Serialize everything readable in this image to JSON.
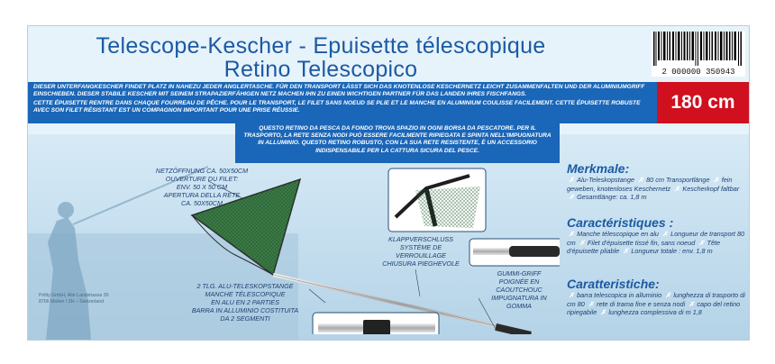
{
  "header": {
    "title_line1": "Telescope-Kescher - Epuisette télescopique",
    "title_line2": "Retino Telescopico"
  },
  "barcode": {
    "digits": "2 000000 350943"
  },
  "size_badge": {
    "label": "180 cm"
  },
  "descriptions": {
    "de": "DIESER UNTERFANGKESCHER FINDET PLATZ IN NAHEZU JEDER ANGLERTASCHE. FÜR DEN TRANSPORT LÄSST SICH DAS KNOTENLOSE KESCHERNETZ LEICHT ZUSAMMENFALTEN UND DER ALUMINIUMGRIFF EINSCHIEBEN. DIESER STABILE KESCHER MIT SEINEM STRAPAZIERFÄHIGEN NETZ MACHEN IHN ZU EINEN WICHTIGEN PARTNER FÜR DAS LANDEN IHRES FISCHFANGS.",
    "fr": "CETTE ÉPUISETTE RENTRE DANS CHAQUE FOURREAU DE PÊCHE. POUR LE TRANSPORT, LE FILET SANS NOEUD SE PLIE ET LE MANCHE EN ALUMINIUM COULISSE FACILEMENT. CETTE ÉPUISETTE ROBUSTE AVEC SON FILET RÉSISTANT EST UN COMPAGNON IMPORTANT POUR UNE PRISE RÉUSSIE.",
    "it": "QUESTO RETINO DA PESCA DA FONDO TROVA SPAZIO IN OGNI BORSA DA PESCATORE. PER IL TRASPORTO, LA RETE SENZA NODI PUÒ ESSERE FACILMENTE RIPIEGATA E SPINTA NELL'IMPUGNATURA IN ALLUMINIO. QUESTO RETINO ROBUSTO, CON LA SUA RETE RESISTENTE, È UN ACCESSORIO INDISPENSABILE PER LA CATTURA SICURA DEL PESCE."
  },
  "diagram_labels": {
    "net_opening": [
      "NETZÖFFNUNG CA. 50X50CM",
      "OUVERTURE DU FILET:",
      "ENV. 50 X 50 CM",
      "APERTURA DELLA RETE",
      "CA. 50X50CM"
    ],
    "folding_lock": [
      "KLAPPVERSCHLUSS",
      "SYSTÈME DE",
      "VERROUILLAGE",
      "CHIUSURA PIEGHEVOLE"
    ],
    "rubber_grip": [
      "GUMMI-GRIFF",
      "POIGNÉE EN",
      "CAOUTCHOUC",
      "IMPUGNATURA IN",
      "GOMMA"
    ],
    "alu_pole": [
      "2 TLG. ALU-TELESKOPSTANGE",
      "MANCHE TÉLESCOPIQUE",
      "EN ALU EN 2 PARTIES",
      "BARRA IN ALLUMINIO COSTITUITA",
      "DA 2 SEGMENTI"
    ]
  },
  "features": {
    "de": {
      "heading": "Merkmale:",
      "items": [
        "Alu-Teleskopstange",
        "80 cm Transportlänge",
        "fein geweben, knotenloses Keschernetz",
        "Kescherkopf faltbar",
        "Gesamtlänge: ca. 1,8 m"
      ]
    },
    "fr": {
      "heading": "Caractéristiques :",
      "items": [
        "Manche télescopique en alu",
        "Longueur de transport 80 cm",
        "Filet d'épuisette tissé fin, sans noeud",
        "Tête d'épuisette pliable",
        "Longueur totale : env. 1,8 m"
      ]
    },
    "it": {
      "heading": "Caratteristiche:",
      "items": [
        "barra telescopica in alluminio",
        "lunghezza di trasporto di cm 80",
        "rete di trama fine e senza nodi",
        "capo del retino ripiegabile",
        "lunghezza complessiva di m 1,8"
      ]
    }
  },
  "address": [
    "Prility GmbH, Alte Landstrasse 30",
    "8706 Meilen / ZH – Switzerland"
  ],
  "colors": {
    "brand_blue": "#1a66b8",
    "title_blue": "#1b5aa3",
    "badge_red": "#d0101f",
    "background": "#e7f3fb"
  },
  "icons": {
    "bullet": "x-mark-icon"
  }
}
